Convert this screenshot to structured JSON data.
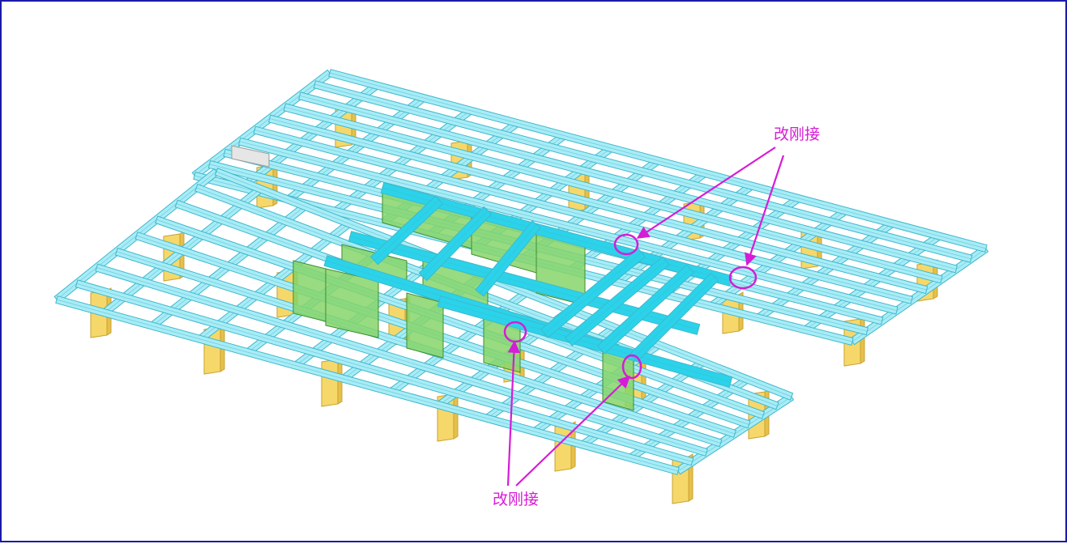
{
  "annotations": {
    "top_label": "改刚接",
    "bottom_label": "改刚接"
  },
  "colors": {
    "beam": "#a8ecf6",
    "beam_edge": "#3fb8cc",
    "core_beam": "#2bd3ea",
    "column": "#f6d86a",
    "column_edge": "#c8a232",
    "wall": "#86d56a",
    "wall_edge": "#3f8e2e",
    "annotation": "#d61cd6",
    "border": "#1a1aa8"
  },
  "icons": [
    "rigid-connection-marker"
  ]
}
